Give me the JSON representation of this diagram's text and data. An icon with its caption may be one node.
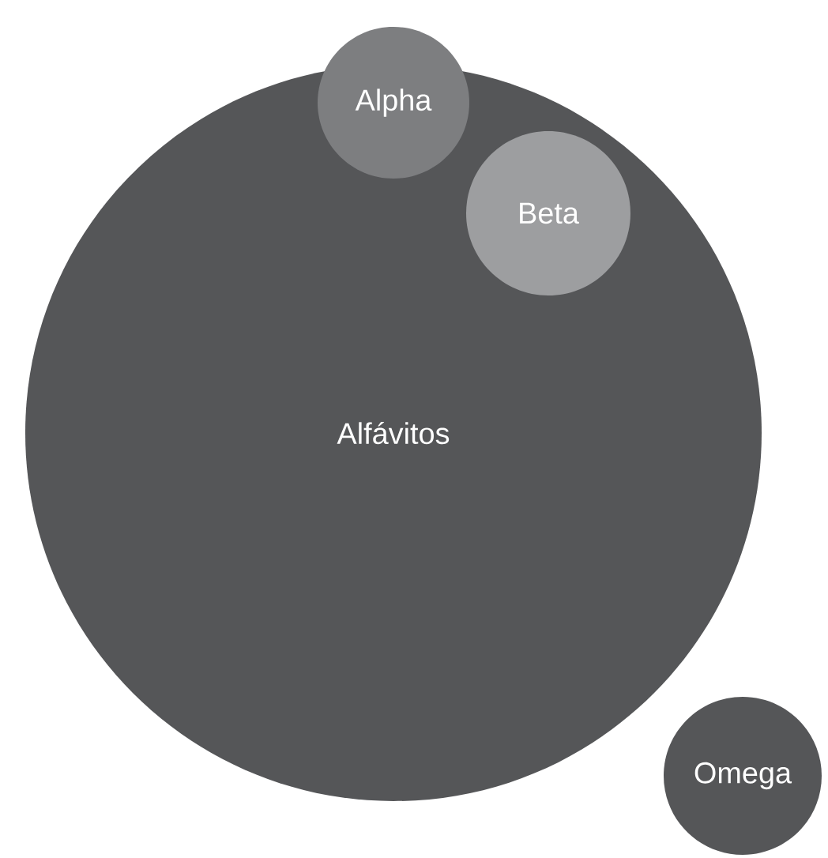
{
  "diagram": {
    "nodes": [
      {
        "text": [
          "Alfávitos"
        ]
      },
      {
        "text": [
          "Alpha"
        ]
      },
      {
        "text": [
          "Beta"
        ],
        "in": 0
      },
      {
        "text": [
          "Omega"
        ]
      }
    ]
  }
}
